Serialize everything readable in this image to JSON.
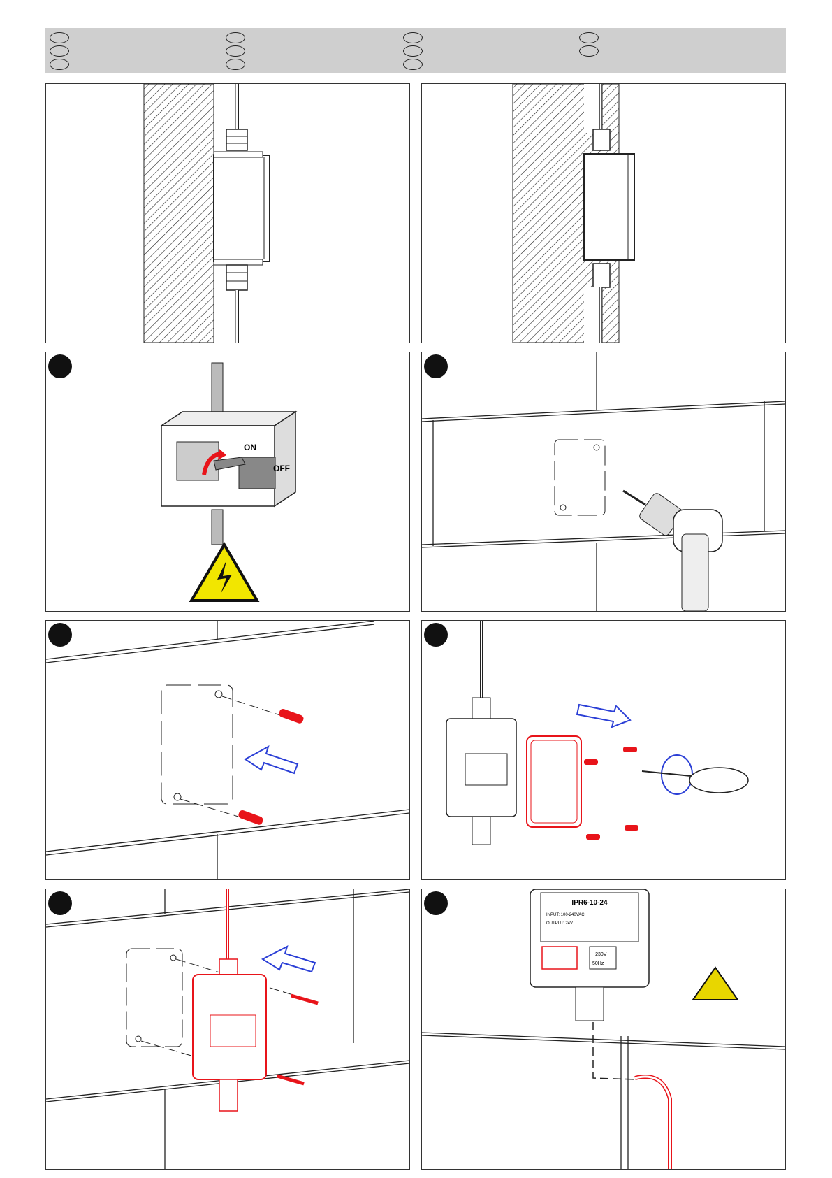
{
  "header": {
    "language_columns": [
      3,
      3,
      3,
      2
    ]
  },
  "panels": [
    {
      "id": "surface-mount"
    },
    {
      "id": "recessed-mount"
    },
    {
      "id": "power-off",
      "switch_on_label": "ON",
      "switch_off_label": "OFF",
      "step_marker": "filled-circle"
    },
    {
      "id": "drill-holes",
      "step_marker": "filled-circle"
    },
    {
      "id": "insert-plugs",
      "step_marker": "filled-circle"
    },
    {
      "id": "open-box",
      "step_marker": "filled-circle"
    },
    {
      "id": "screw-box",
      "step_marker": "filled-circle"
    },
    {
      "id": "connect-power",
      "step_marker": "filled-circle",
      "label_model": "IPR6-10-24",
      "label_line_input": "INPUT: 100-240VAC",
      "label_line_output": "OUTPUT: 24V",
      "terminal_voltage": "~230V",
      "terminal_freq": "50Hz"
    }
  ],
  "colors": {
    "highlight": "#e8141a",
    "arrow_blue": "#2b3fd6",
    "warning_yellow": "#f2e600",
    "header_gray": "#cfcfcf"
  },
  "icons": [
    "high-voltage-warning-icon",
    "caution-triangle-icon",
    "rotate-arrow-icon",
    "direction-arrow-icon"
  ]
}
